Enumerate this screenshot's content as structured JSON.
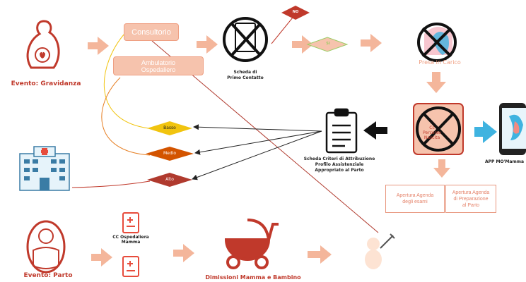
{
  "labels": {
    "evento_gravidanza": "Evento: Gravidanza",
    "consultorio": "Consultorio",
    "ambulatorio_l1": "Ambulatorio",
    "ambulatorio_l2": "Ospedaliero",
    "scheda_primo_l1": "Scheda di",
    "scheda_primo_l2": "Primo Contatto",
    "no": "NO",
    "si": "SI",
    "presa_in_carico": "Presa in Carico",
    "basso": "Basso",
    "medio": "Medio",
    "alto": "Alto",
    "scheda_criteri_l1": "Scheda Criteri di Attribuzione",
    "scheda_criteri_l2": "Profilo Assistenziale",
    "scheda_criteri_l3": "Appropriato al Parto",
    "cc_l1": "Cc",
    "cc_l2": "Percorso",
    "cc_l3": "Nascita",
    "app": "APP MO'Mamma",
    "agenda_esami_l1": "Apertura Agenda",
    "agenda_esami_l2": "degli esami",
    "agenda_prep_l1": "Apertura Agenda",
    "agenda_prep_l2": "di Preparazione",
    "agenda_prep_l3": "al Parto",
    "cc_osp_l1": "CC Ospedaliera",
    "cc_osp_l2": "Mamma",
    "evento_parto": "Evento: Parto",
    "dimissioni": "Dimissioni Mamma e Bambino"
  },
  "colors": {
    "brand_red": "#c0392b",
    "peach": "#f6c3ad",
    "arrow_peach": "#f4b69b",
    "low_yellow": "#f1c40f",
    "mid_orange": "#d35400",
    "high_red": "#b03a2e"
  },
  "icons": [
    "pregnancy-icon",
    "clipboard-x-icon",
    "presa-carico-x-icon",
    "criteria-clipboard-icon",
    "cartella-x-icon",
    "smartphone-icon",
    "hospital-icon",
    "newborn-icon",
    "medical-record-icon",
    "stroller-icon",
    "baby-vaccine-icon"
  ]
}
